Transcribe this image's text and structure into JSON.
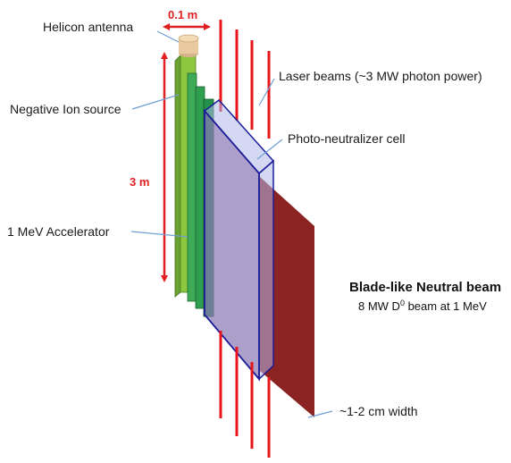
{
  "labels": {
    "helicon": "Helicon antenna",
    "width_dim": "0.1 m",
    "laser": "Laser beams (~3 MW photon power)",
    "ion_source": "Negative Ion source",
    "photo_cell": "Photo-neutralizer cell",
    "height_dim": "3 m",
    "accelerator": "1 MeV Accelerator",
    "neutral_beam_title": "Blade-like Neutral beam",
    "neutral_beam_sub_pre": "8 MW D",
    "neutral_beam_sub_sup": "0",
    "neutral_beam_sub_post": " beam at 1 MeV",
    "beam_width": "~1-2 cm width"
  },
  "colors": {
    "laser": "#e8151b",
    "dimension": "#e02020",
    "beam_sheet": "#8b2323",
    "cell_face": "#8c7ab6",
    "cell_edge": "#1c1c9a",
    "ion_source": "#8dc63f",
    "accelerator": "#2e9e4f",
    "antenna": "#e9c9a0",
    "leader": "#6f9fd4"
  }
}
